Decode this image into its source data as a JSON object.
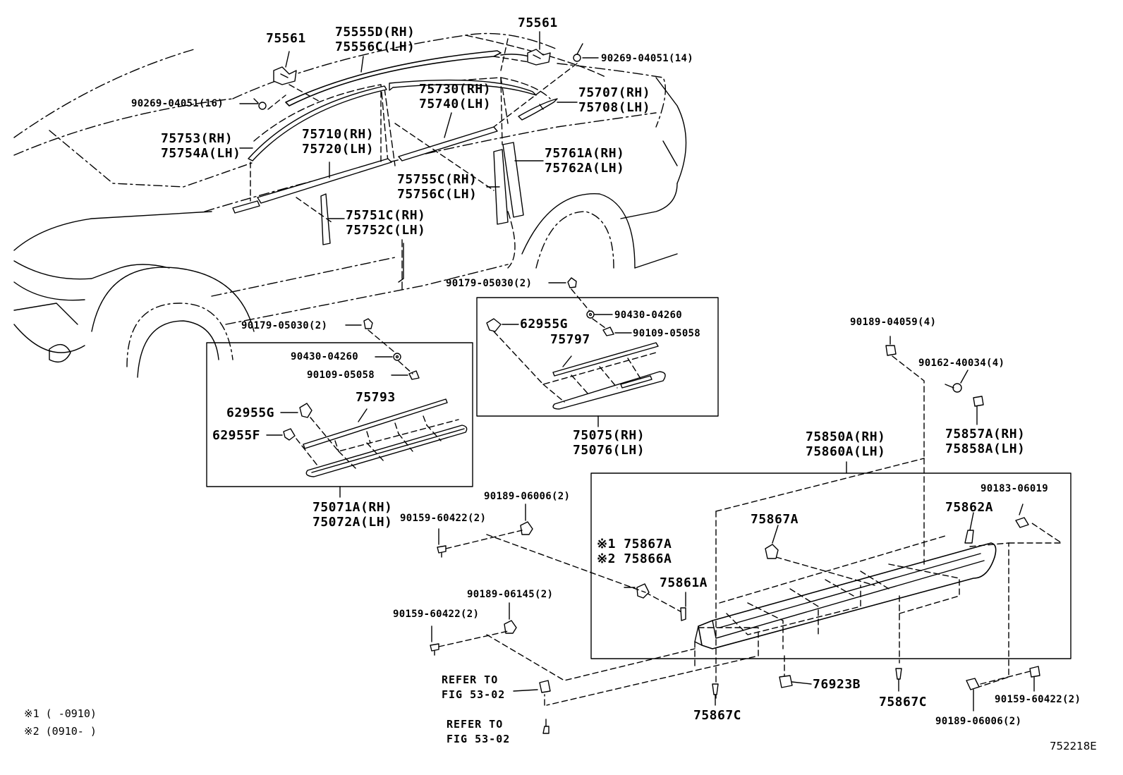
{
  "figure_id": "752218E",
  "labels": {
    "p75561_left": "75561",
    "p75555d": "75555D(RH)",
    "p75556c": "75556C(LH)",
    "p75561_right": "75561",
    "p90269_14": "90269-04051(14)",
    "p90269_16": "90269-04051(16)",
    "p75730": "75730(RH)",
    "p75740": "75740(LH)",
    "p75707": "75707(RH)",
    "p75708": "75708(LH)",
    "p75753": "75753(RH)",
    "p75754a": "75754A(LH)",
    "p75710": "75710(RH)",
    "p75720": "75720(LH)",
    "p75761a": "75761A(RH)",
    "p75762a": "75762A(LH)",
    "p75755c": "75755C(RH)",
    "p75756c": "75756C(LH)",
    "p75751c": "75751C(RH)",
    "p75752c": "75752C(LH)",
    "p90179_r": "90179-05030(2)",
    "p90430_r": "90430-04260",
    "p62955g_r": "62955G",
    "p90109_r": "90109-05058",
    "p75797": "75797",
    "p75075": "75075(RH)",
    "p75076": "75076(LH)",
    "p90179_l": "90179-05030(2)",
    "p90430_l": "90430-04260",
    "p90109_l": "90109-05058",
    "p75793": "75793",
    "p62955g_l": "62955G",
    "p62955f": "62955F",
    "p75071a": "75071A(RH)",
    "p75072a": "75072A(LH)",
    "p90189_04059": "90189-04059(4)",
    "p90162": "90162-40034(4)",
    "p75857a": "75857A(RH)",
    "p75858a": "75858A(LH)",
    "p75850a": "75850A(RH)",
    "p75860a": "75860A(LH)",
    "p90183": "90183-06019",
    "p75862a": "75862A",
    "p75867a_top": "75867A",
    "p75867a_n1": "※1 75867A",
    "p75866a_n2": "※2 75866A",
    "p75861a": "75861A",
    "p90189_06006_top": "90189-06006(2)",
    "p90159_top": "90159-60422(2)",
    "p90189_06145": "90189-06145(2)",
    "p90159_mid": "90159-60422(2)",
    "p76923b": "76923B",
    "p75867c_mid": "75867C",
    "p75867c_left": "75867C",
    "p90159_right": "90159-60422(2)",
    "p90189_06006_bot": "90189-06006(2)",
    "refer1_line1": "REFER TO",
    "refer1_line2": "FIG 53-02",
    "refer2_line1": "REFER TO",
    "refer2_line2": "FIG 53-02"
  },
  "notes": {
    "n1": "※1 (      -0910)",
    "n2": "※2 (0910-       )"
  }
}
